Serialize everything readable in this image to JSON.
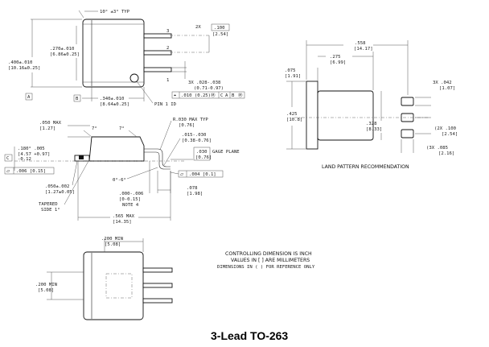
{
  "title": "3-Lead TO-263",
  "top_view": {
    "angle_label": "10° ±3° TYP",
    "pin_labels": [
      "3",
      "2",
      "1"
    ],
    "pitch_label": [
      "2X",
      ".100",
      "[2.54]"
    ],
    "width_label": [
      ".400±.010",
      "[10.16±0.25]"
    ],
    "tab_label": [
      ".270±.010",
      "[6.86±0.25]"
    ],
    "body_len_label": [
      ".340±.010",
      "[8.64±0.25]"
    ],
    "lead_w_label": [
      "3X .028-.038",
      "(0.71-0.97)"
    ],
    "pin1_label": "PIN 1 ID",
    "tol_frame": [
      "⌖",
      ".010 (0.25)",
      "Ⓜ",
      "C",
      "A",
      "Ⓜ",
      "B",
      "Ⓜ"
    ],
    "datum_a": "A",
    "datum_b": "B"
  },
  "side_view": {
    "height_label": [
      ".050 MAX",
      "[1.27]"
    ],
    "angle_7a": "7°",
    "angle_7b": "7°",
    "radius_label": [
      "R.030 MAX TYP",
      "[0.76]"
    ],
    "lead_thick_label": [
      ".015-.030",
      "[0.38-0.76]"
    ],
    "gage_label": [
      ".030",
      "[0.76]"
    ],
    "gage_plane": "GAGE PLANE",
    "flat_frame": [
      "⏥",
      ".004 [0.1]"
    ],
    "stand_label": [
      ".180° .005",
      "[4.57 +0.97]",
      "     -0.12"
    ],
    "datum_c": "C",
    "cop_frame": [
      "⏥",
      ".006 [0.15]"
    ],
    "tab_thick_label": [
      ".050±.002",
      "[1.27±0.05]"
    ],
    "angle_06": "0°-6°",
    "offset_label": [
      ".000-.006",
      "[0-0.15]",
      "NOTE 4"
    ],
    "foot_label": [
      ".078",
      "[1.98]"
    ],
    "tapered_label": [
      "TAPERED",
      "SIDE 1°"
    ],
    "total_label": [
      ".565 MAX",
      "[14.35]"
    ]
  },
  "land_pattern": {
    "overall_label": [
      ".558",
      "[14.17]"
    ],
    "pad_len_label": [
      ".275",
      "[6.99]"
    ],
    "tab_pad_label": [
      ".075",
      "[1.91]"
    ],
    "height_label": [
      ".425",
      "[10.8]"
    ],
    "pad_h_label": [
      ".328",
      "[8.33]"
    ],
    "lead_pad_label": [
      "3X .042",
      "[1.07]"
    ],
    "pitch_label": [
      "(2X .100",
      "[2.54]"
    ],
    "lead_len_label": [
      "(3X .085",
      "[2.16]"
    ],
    "caption": "LAND PATTERN RECOMMENDATION"
  },
  "bottom_view": {
    "width_label": [
      ".200 MIN",
      "[5.08]"
    ],
    "height_label": [
      ".200 MIN",
      "[5.08]"
    ]
  },
  "notes": {
    "line1": "CONTROLLING DIMENSION IS INCH",
    "line2": "VALUES IN [ ] ARE MILLIMETERS",
    "line3": "DIMENSIONS IN ( ) FOR REFERENCE ONLY"
  }
}
